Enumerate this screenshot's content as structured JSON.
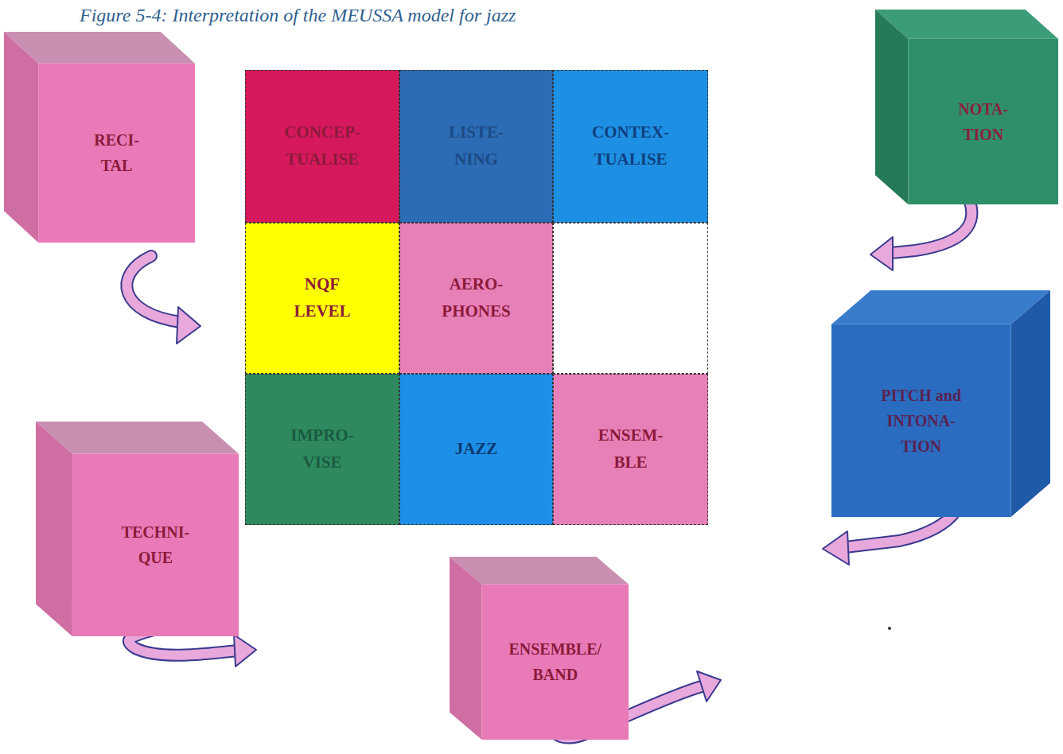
{
  "diagram": {
    "title": "Figure 5-4: Interpretation of the MEUSSA model for jazz",
    "nodes": [
      {
        "text": [
          "CONCEP- TUALISE"
        ]
      },
      {
        "text": [
          "LISTE- NING"
        ]
      },
      {
        "text": [
          "CONTEX- TUALISE"
        ]
      },
      {
        "text": [
          "NQF LEVEL"
        ]
      },
      {
        "text": [
          "AERO- PHONES"
        ]
      },
      {
        "text": [
          "IMPRO- VISE"
        ]
      },
      {
        "text": [
          "JAZZ"
        ]
      },
      {
        "text": [
          "ENSEM- BLE"
        ]
      },
      {
        "text": [
          "RECI- TAL"
        ]
      },
      {
        "text": [
          "NOTA- TION"
        ]
      },
      {
        "text": [
          "PITCH and INTONA- TION"
        ]
      },
      {
        "text": [
          "TECHNI- QUE"
        ]
      },
      {
        "text": [
          "ENSEMBLE/ BAND"
        ]
      }
    ]
  }
}
